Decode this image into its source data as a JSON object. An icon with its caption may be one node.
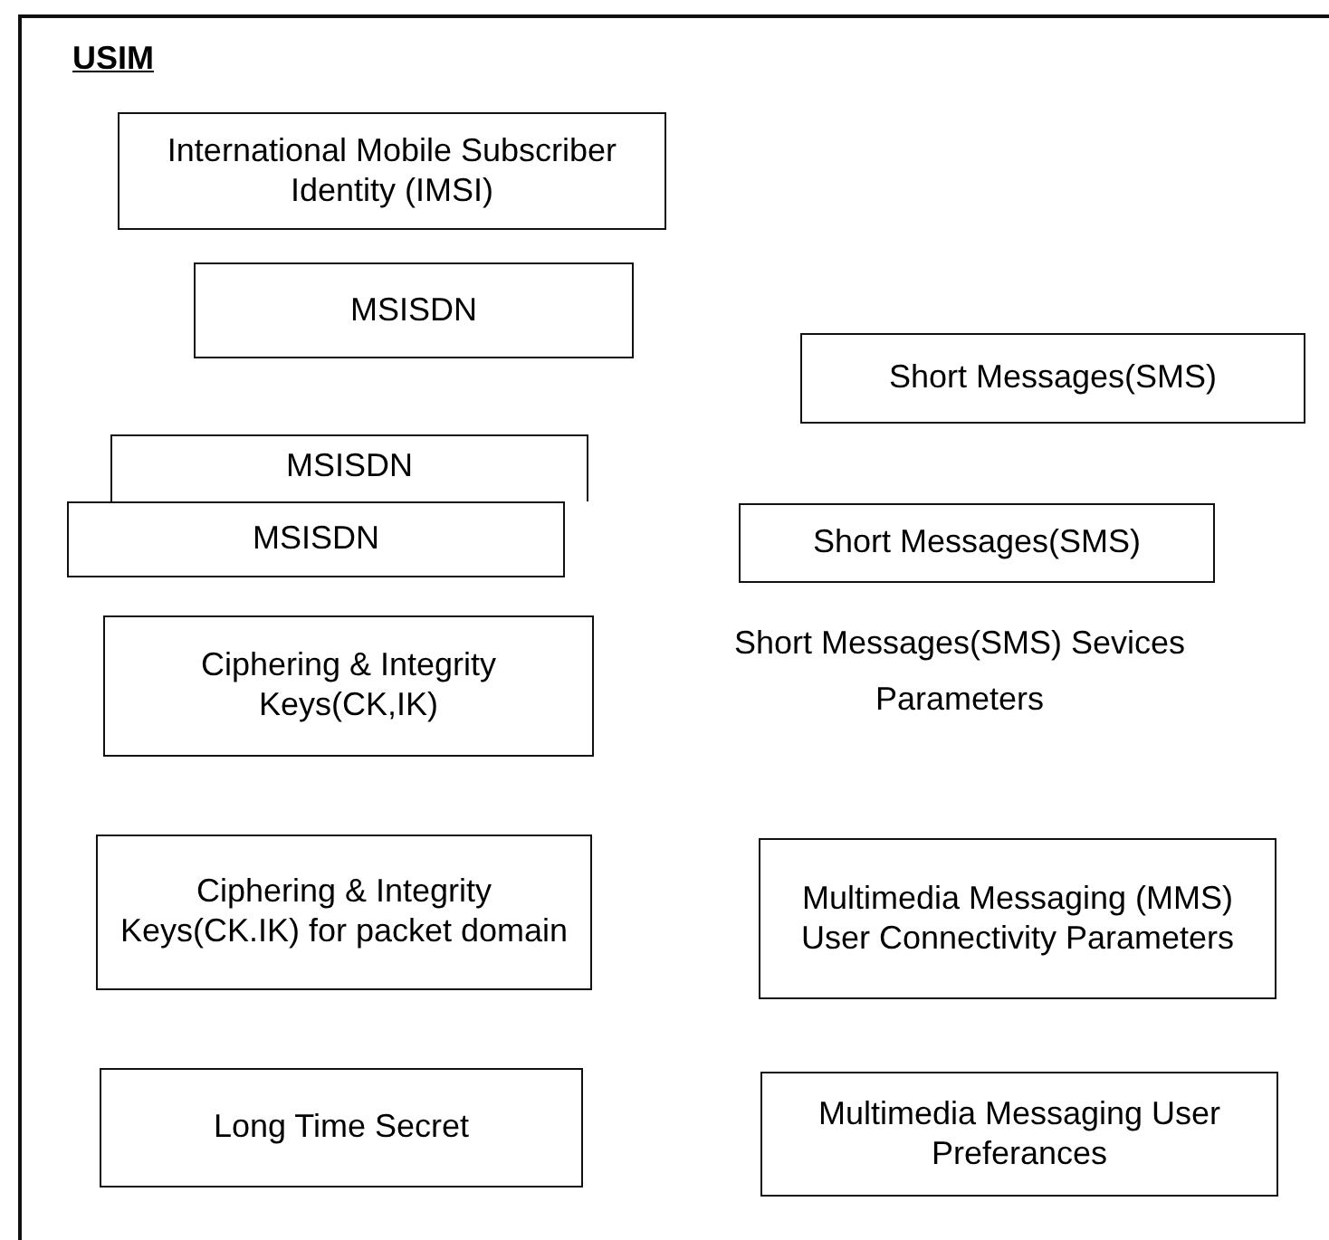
{
  "diagram": {
    "nodes": [
      {
        "text": [
          "USIM"
        ]
      },
      {
        "text": [
          "International Mobile Subscriber Identity (IMSI)"
        ],
        "in": 0
      },
      {
        "text": [
          "MSISDN"
        ],
        "in": 0
      },
      {
        "text": [
          "Short Messages(SMS)"
        ],
        "in": 0
      },
      {
        "text": [
          "MSISDN"
        ],
        "in": 0
      },
      {
        "text": [
          "Short Messages(SMS)"
        ],
        "in": 0
      },
      {
        "text": [
          "MSISDN"
        ],
        "in": 0
      },
      {
        "text": [
          "Ciphering & Integrity Keys(CK,IK)"
        ],
        "in": 0
      },
      {
        "text": [
          "Ciphering & Integrity Keys(CK.IK) for packet domain"
        ],
        "in": 0
      },
      {
        "text": [
          "Multimedia Messaging (MMS) User Connectivity Parameters"
        ],
        "in": 0
      },
      {
        "text": [
          "Long Time Secret"
        ],
        "in": 0
      },
      {
        "text": [
          "Multimedia Messaging User Preferances"
        ],
        "in": 0
      }
    ],
    "labels": [
      "Short Messages(SMS) Sevices Parameters"
    ]
  }
}
